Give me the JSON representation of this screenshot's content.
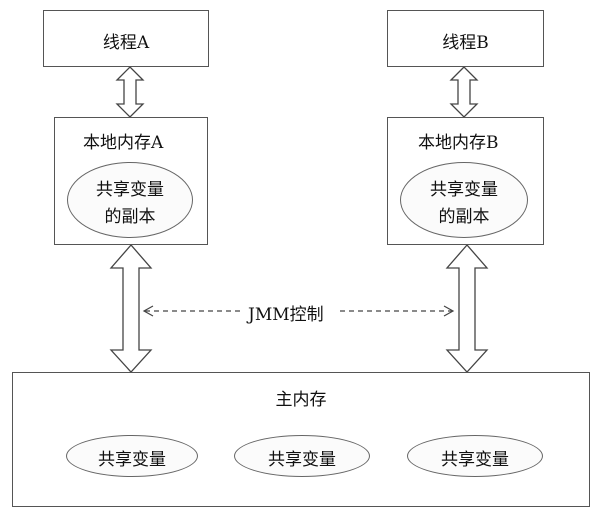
{
  "thread_a": {
    "label": "线程A"
  },
  "thread_b": {
    "label": "线程B"
  },
  "local_a": {
    "title": "本地内存A",
    "copy_line1": "共享变量",
    "copy_line2": "的副本"
  },
  "local_b": {
    "title": "本地内存B",
    "copy_line1": "共享变量",
    "copy_line2": "的副本"
  },
  "jmm_label": "JMM控制",
  "main_memory": {
    "title": "主内存",
    "vars": [
      "共享变量",
      "共享变量",
      "共享变量"
    ]
  }
}
